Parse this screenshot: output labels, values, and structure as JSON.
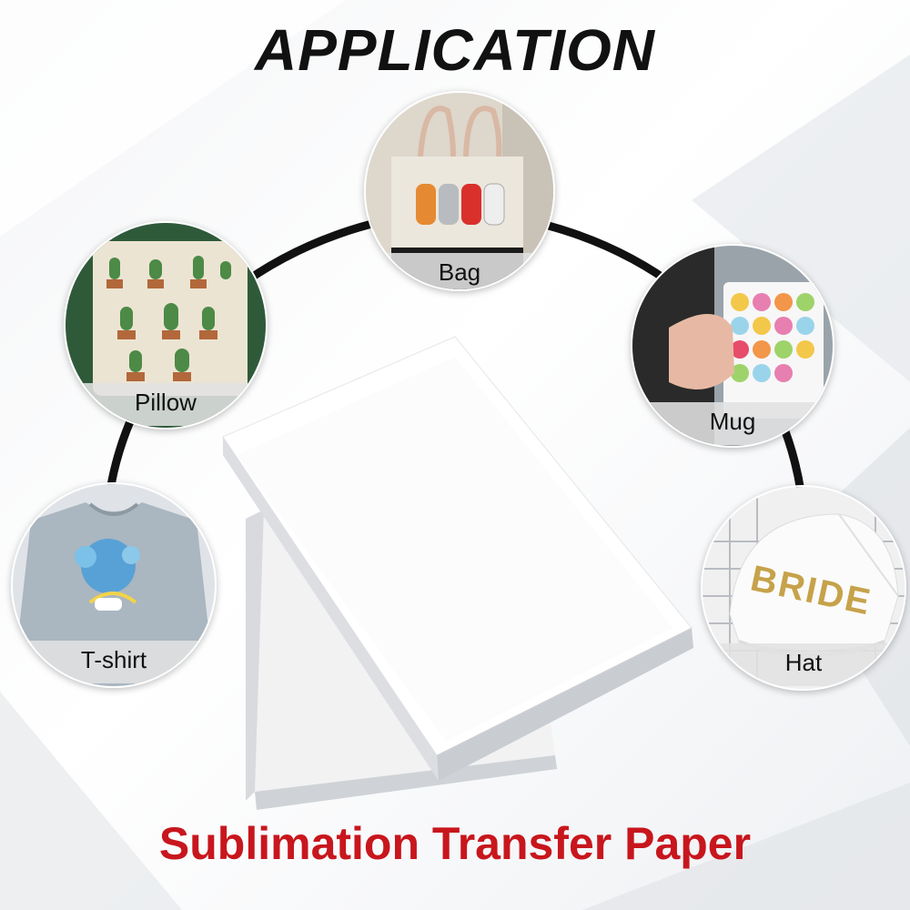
{
  "title": "APPLICATION",
  "subtitle": "Sublimation Transfer Paper",
  "colors": {
    "subtitle": "#c8161d",
    "title": "#111111",
    "arc": "#111111"
  },
  "applications": [
    {
      "label": "Bag"
    },
    {
      "label": "Pillow"
    },
    {
      "label": "Mug"
    },
    {
      "label": "T-shirt"
    },
    {
      "label": "Hat",
      "print_text": "BRIDE"
    }
  ]
}
